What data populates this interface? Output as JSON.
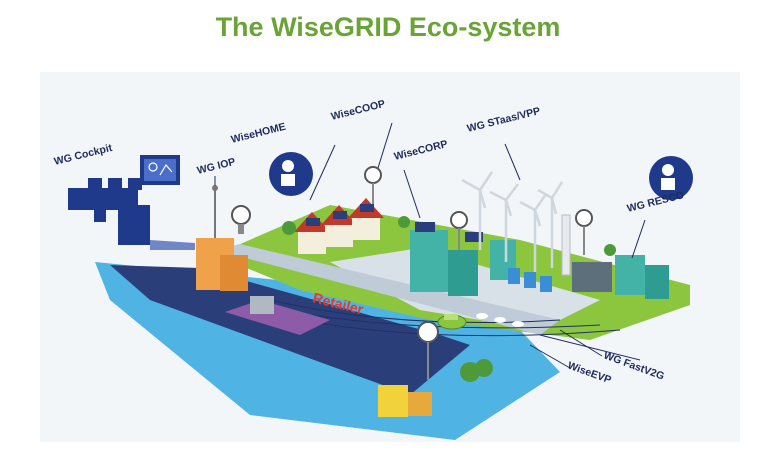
{
  "title": "The WiseGRID Eco-system",
  "labels": {
    "cockpit": "WG Cockpit",
    "iop": "WG IOP",
    "wisehome": "WiseHOME",
    "wisecoop": "WiseCOOP",
    "wisecorp": "WiseCORP",
    "staas": "WG STaas/VPP",
    "resco": "WG RESCO",
    "retailer": "Retailer",
    "fastv2g": "WG FastV2G",
    "wiseevp": "WiseEVP"
  },
  "colors": {
    "title": "#6aa436",
    "label": "#1f2a5c",
    "retailer": "#e23a2e",
    "icon_circle": "#1f3a8a",
    "grass": "#8cc63f",
    "water": "#4fb3e4",
    "road": "#2a3f7a"
  },
  "icons": [
    "operator-icon",
    "dashboard-icon",
    "gauge-icon",
    "wind-turbine-icon",
    "solar-panel-icon",
    "house-icon",
    "factory-icon",
    "tree-icon",
    "ev-car-icon",
    "battery-icon",
    "smart-meter-icon"
  ]
}
